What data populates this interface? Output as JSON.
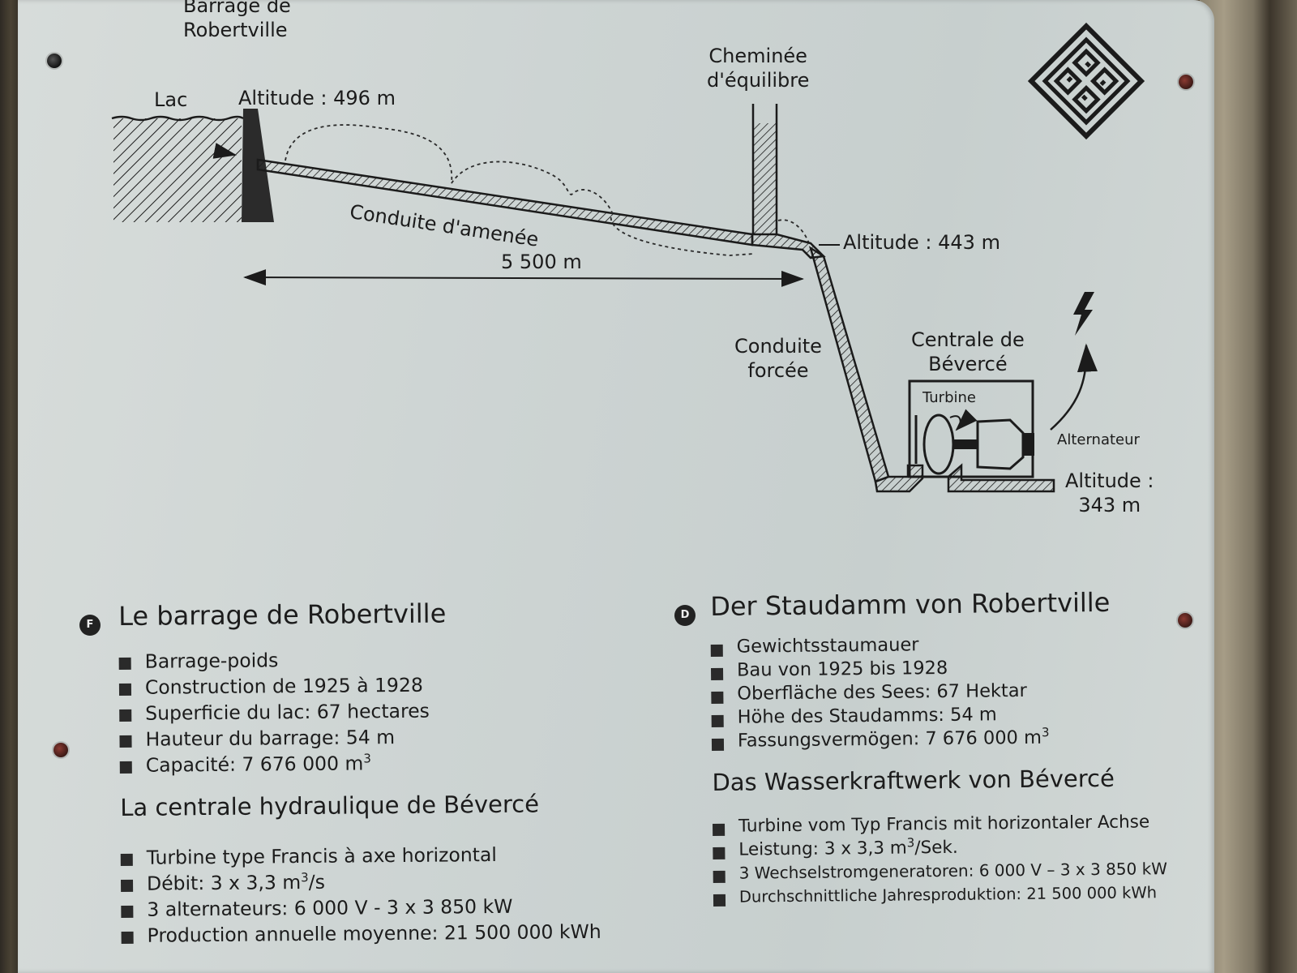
{
  "diagram": {
    "dam_title": "Barrage de\nRobertville",
    "lake": "Lac",
    "alt_dam": "Altitude : 496 m",
    "chimney": "Cheminée\nd'équilibre",
    "conduit": "Conduite d'amenée",
    "distance": "5 500 m",
    "alt_chimney": "Altitude : 443 m",
    "penstock": "Conduite\nforcée",
    "plant": "Centrale de\nBévercé",
    "turbine": "Turbine",
    "alternator": "Alternateur",
    "alt_plant": "Altitude :\n343 m"
  },
  "french": {
    "badge": "F",
    "dam_heading": "Le barrage de Robertville",
    "dam_items": [
      "Barrage-poids",
      "Construction de 1925 à 1928",
      "Superficie du lac: 67 hectares",
      "Hauteur du barrage: 54 m",
      "Capacité: 7 676 000 m"
    ],
    "dam_capacity_sup": "3",
    "plant_heading": "La centrale hydraulique de Bévercé",
    "plant_items": [
      "Turbine type Francis à axe horizontal",
      "Débit: 3 x 3,3 m",
      "3 alternateurs: 6 000 V - 3 x 3 850 kW",
      "Production annuelle moyenne: 21 500 000 kWh"
    ],
    "flow_sup": "3",
    "flow_unit": "/s"
  },
  "german": {
    "badge": "D",
    "dam_heading": "Der Staudamm von Robertville",
    "dam_items": [
      "Gewichtsstaumauer",
      "Bau von 1925 bis 1928",
      "Oberfläche des Sees: 67 Hektar",
      "Höhe des Staudamms: 54 m",
      "Fassungsvermögen: 7 676 000 m"
    ],
    "dam_capacity_sup": "3",
    "plant_heading": "Das Wasserkraftwerk von Bévercé",
    "plant_items": [
      "Turbine vom Typ Francis mit horizontaler Achse",
      "Leistung: 3 x 3,3 m",
      "3 Wechselstromgeneratoren: 6 000 V – 3 x 3 850 kW",
      "Durchschnittliche Jahresproduktion: 21 500 000 kWh"
    ],
    "flow_sup": "3",
    "flow_unit": "/Sek."
  },
  "logo_icon": "diamond-maze-logo-icon",
  "colors": {
    "board": "#cfd6d5",
    "ink": "#1b1b1b",
    "rivet": "#6a2a24"
  }
}
